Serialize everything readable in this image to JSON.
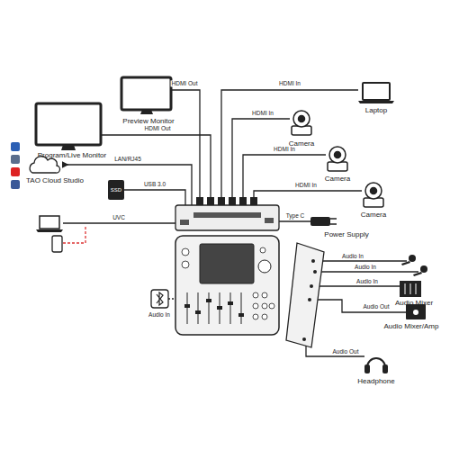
{
  "diagram": {
    "nodes": [
      {
        "text": [
          "Preview Monitor"
        ]
      },
      {
        "text": [
          "Program/Live Monitor"
        ]
      },
      {
        "text": [
          "Laptop"
        ]
      },
      {
        "text": [
          "Camera"
        ]
      },
      {
        "text": [
          "Camera"
        ]
      },
      {
        "text": [
          "Camera"
        ]
      },
      {
        "text": [
          "TAO Cloud Studio"
        ]
      },
      {
        "text": [
          "SSD"
        ]
      },
      {
        "text": [
          "Power Supply"
        ]
      },
      {
        "text": [
          "Audio Mixer"
        ]
      },
      {
        "text": [
          "Audio Mixer/Amp"
        ]
      },
      {
        "text": [
          "Headphone"
        ]
      }
    ],
    "labels": [
      "HDMI Out",
      "HDMI In",
      "HDMI In",
      "HDMI Out",
      "HDMI In",
      "HDMI In",
      "LAN/RJ45",
      "USB 3.0",
      "UVC",
      "Type C",
      "Audio In",
      "Audio In",
      "Audio In",
      "Audio Out",
      "Audio In",
      "Audio Out"
    ]
  }
}
